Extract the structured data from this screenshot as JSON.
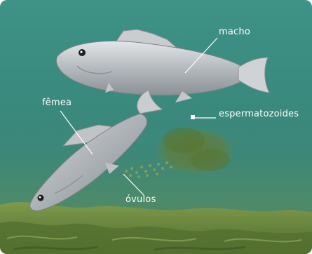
{
  "labels": {
    "macho": "macho",
    "femea": "fêmea",
    "espermatozoides": "espermatozoides",
    "ovulos": "óvulos"
  },
  "colors": {
    "water": "#3e9286",
    "fish_body": "#b8bcbf",
    "sperm_cloud": "#5c7a3a",
    "egg_dots": "#7a9450",
    "seabed": "#6f8a43",
    "label_text": "#ffffff"
  }
}
